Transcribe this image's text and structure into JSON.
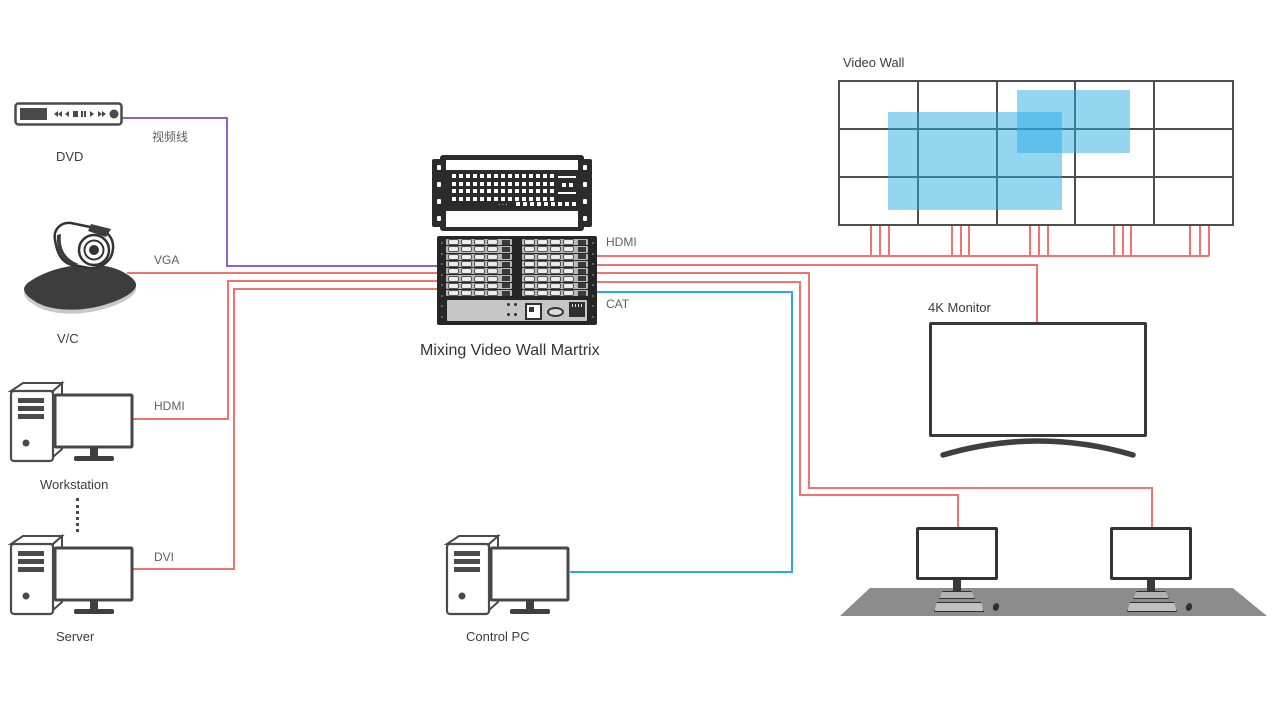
{
  "labels": {
    "dvd": "DVD",
    "video_cable": "视频线",
    "vc": "V/C",
    "vga": "VGA",
    "hdmi_input": "HDMI",
    "workstation": "Workstation",
    "dvi": "DVI",
    "server": "Server",
    "matrix": "Mixing Video Wall Martrix",
    "hdmi_output": "HDMI",
    "cat": "CAT",
    "control_pc": "Control PC",
    "video_wall": "Video Wall",
    "monitor_4k": "4K Monitor",
    "front_panel_dots": "...",
    "mxf_dots": "..."
  },
  "video_wall": {
    "columns": 5,
    "rows": 3,
    "highlighted_windows": 2,
    "output_cable_groups": 5
  },
  "connections": [
    {
      "source": "DVD",
      "cable_label": "视频线",
      "target": "Mixing Video Wall Martrix",
      "color": "#8e62c4"
    },
    {
      "source": "V/C",
      "cable_label": "VGA",
      "target": "Mixing Video Wall Martrix",
      "color": "#f2736c"
    },
    {
      "source": "Workstation",
      "cable_label": "HDMI",
      "target": "Mixing Video Wall Martrix",
      "color": "#f2736c"
    },
    {
      "source": "Server",
      "cable_label": "DVI",
      "target": "Mixing Video Wall Martrix",
      "color": "#f2736c"
    },
    {
      "source": "Mixing Video Wall Martrix",
      "cable_label": "HDMI",
      "target": "Video Wall",
      "color": "#f2736c"
    },
    {
      "source": "Mixing Video Wall Martrix",
      "cable_label": "",
      "target": "4K Monitor",
      "color": "#f2736c"
    },
    {
      "source": "Mixing Video Wall Martrix",
      "cable_label": "",
      "target": "desk monitor left",
      "color": "#f2736c"
    },
    {
      "source": "Mixing Video Wall Martrix",
      "cable_label": "",
      "target": "desk monitor right",
      "color": "#f2736c"
    },
    {
      "source": "Mixing Video Wall Martrix",
      "cable_label": "CAT",
      "target": "Control PC",
      "color": "#29abe2"
    }
  ],
  "colors": {
    "red_line": "#f2736c",
    "purple_line": "#8e62c4",
    "cyan_line": "#29abe2",
    "wall_highlight": "rgba(41,171,226,0.5)",
    "wall_grid": "#4d4d4d",
    "table_gray": "#8c8c8c",
    "device_stroke": "#4a4a4a"
  }
}
